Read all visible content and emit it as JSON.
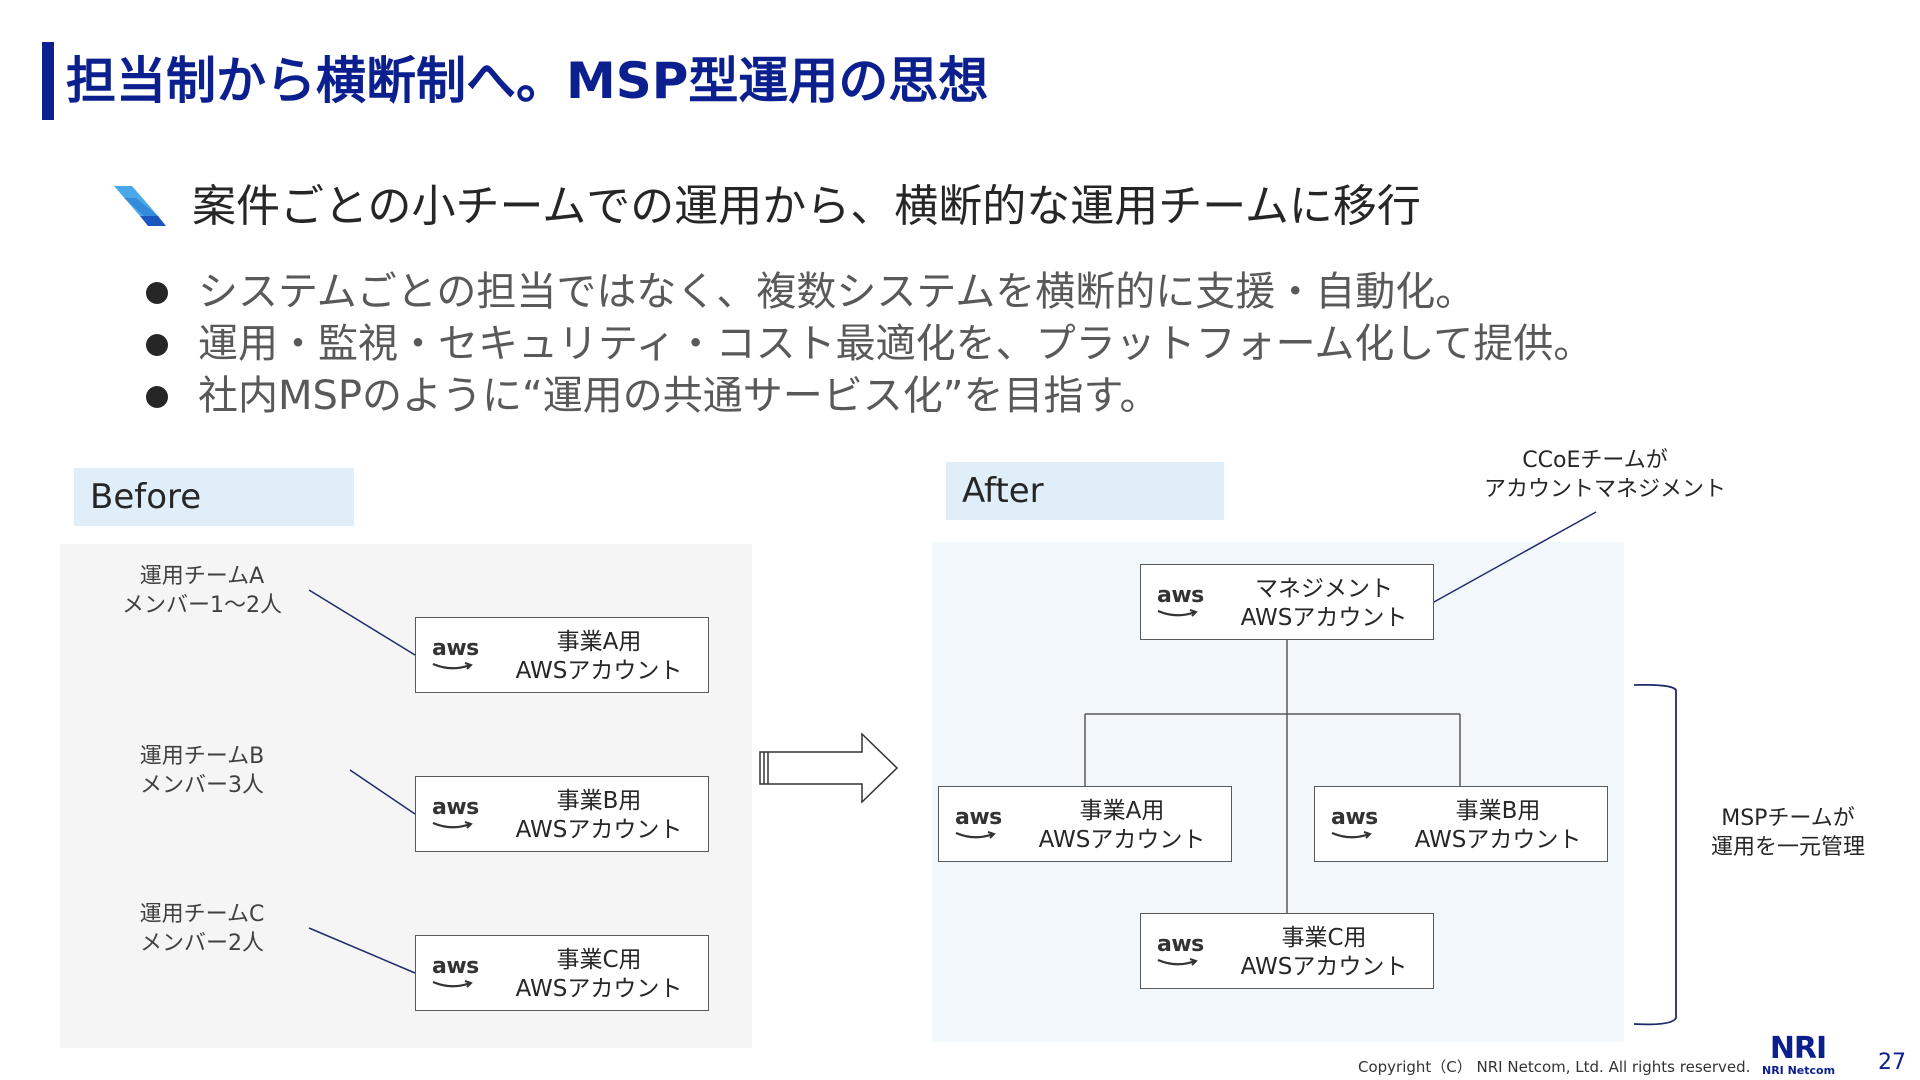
{
  "slide": {
    "title": "担当制から横断制へ。MSP型運用の思想",
    "subtitle": "案件ごとの小チームでの運用から、横断的な運用チームに移行",
    "bullets": [
      "システムごとの担当ではなく、複数システムを横断的に支援・自動化。",
      "運用・監視・セキュリティ・コスト最適化を、プラットフォーム化して提供。",
      "社内MSPのように“運用の共通サービス化”を目指す。"
    ]
  },
  "before": {
    "label": "Before",
    "rows": [
      {
        "team_line1": "運用チームA",
        "team_line2": "メンバー1～2人",
        "logo": "aws",
        "account_line1": "事業A用",
        "account_line2": "AWSアカウント"
      },
      {
        "team_line1": "運用チームB",
        "team_line2": "メンバー3人",
        "logo": "aws",
        "account_line1": "事業B用",
        "account_line2": "AWSアカウント"
      },
      {
        "team_line1": "運用チームC",
        "team_line2": "メンバー2人",
        "logo": "aws",
        "account_line1": "事業C用",
        "account_line2": "AWSアカウント"
      }
    ]
  },
  "after": {
    "label": "After",
    "ccoe_note_line1": "CCoEチームが",
    "ccoe_note_line2": "アカウントマネジメント",
    "msp_note_line1": "MSPチームが",
    "msp_note_line2": "運用を一元管理",
    "management": {
      "logo": "aws",
      "line1": "マネジメント",
      "line2": "AWSアカウント"
    },
    "business_a": {
      "logo": "aws",
      "line1": "事業A用",
      "line2": "AWSアカウント"
    },
    "business_b": {
      "logo": "aws",
      "line1": "事業B用",
      "line2": "AWSアカウント"
    },
    "business_c": {
      "logo": "aws",
      "line1": "事業C用",
      "line2": "AWSアカウント"
    }
  },
  "footer": {
    "copyright": "Copyright（C） NRI Netcom, Ltd. All rights reserved.",
    "logo_mark": "NRI",
    "logo_text": "NRI Netcom",
    "page_number": "27"
  },
  "colors": {
    "title": "#0b1f8e",
    "accent_light": "#4aa8e8",
    "accent_dark": "#1a55c0",
    "label_bg": "#dfeef8",
    "panel_before": "#f5f5f5",
    "panel_after": "#f2f7fc",
    "connector": "#1f2a6b"
  }
}
